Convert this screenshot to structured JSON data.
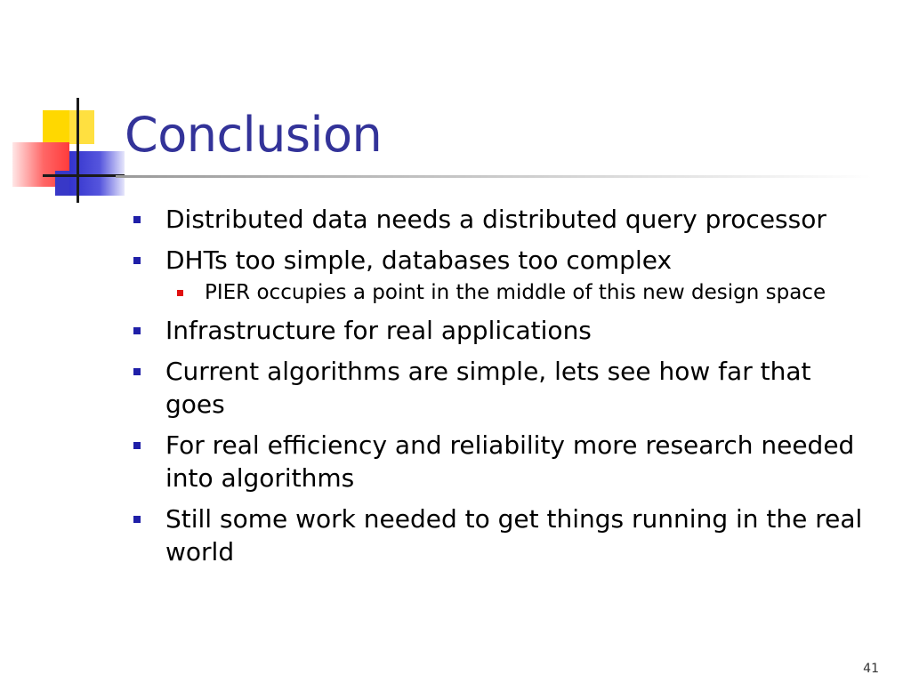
{
  "slide": {
    "title": "Conclusion",
    "bullets": [
      {
        "text": "Distributed data needs a distributed query processor"
      },
      {
        "text": "DHTs too simple, databases too complex",
        "sub": [
          {
            "text": "PIER occupies a point in the middle of this new design space"
          }
        ]
      },
      {
        "text": "Infrastructure for real applications"
      },
      {
        "text": "Current algorithms are simple, lets see how far that goes"
      },
      {
        "text": "For real efficiency and reliability more research needed into algorithms"
      },
      {
        "text": "Still some work needed to get things running in the real world"
      }
    ],
    "page_number": "41"
  },
  "colors": {
    "title": "#333399",
    "bullet": "#1f1fa8",
    "sub_bullet": "#e01010",
    "deco_yellow": "#ffd800",
    "deco_red": "#ff3b3b",
    "deco_blue": "#3333cc"
  }
}
